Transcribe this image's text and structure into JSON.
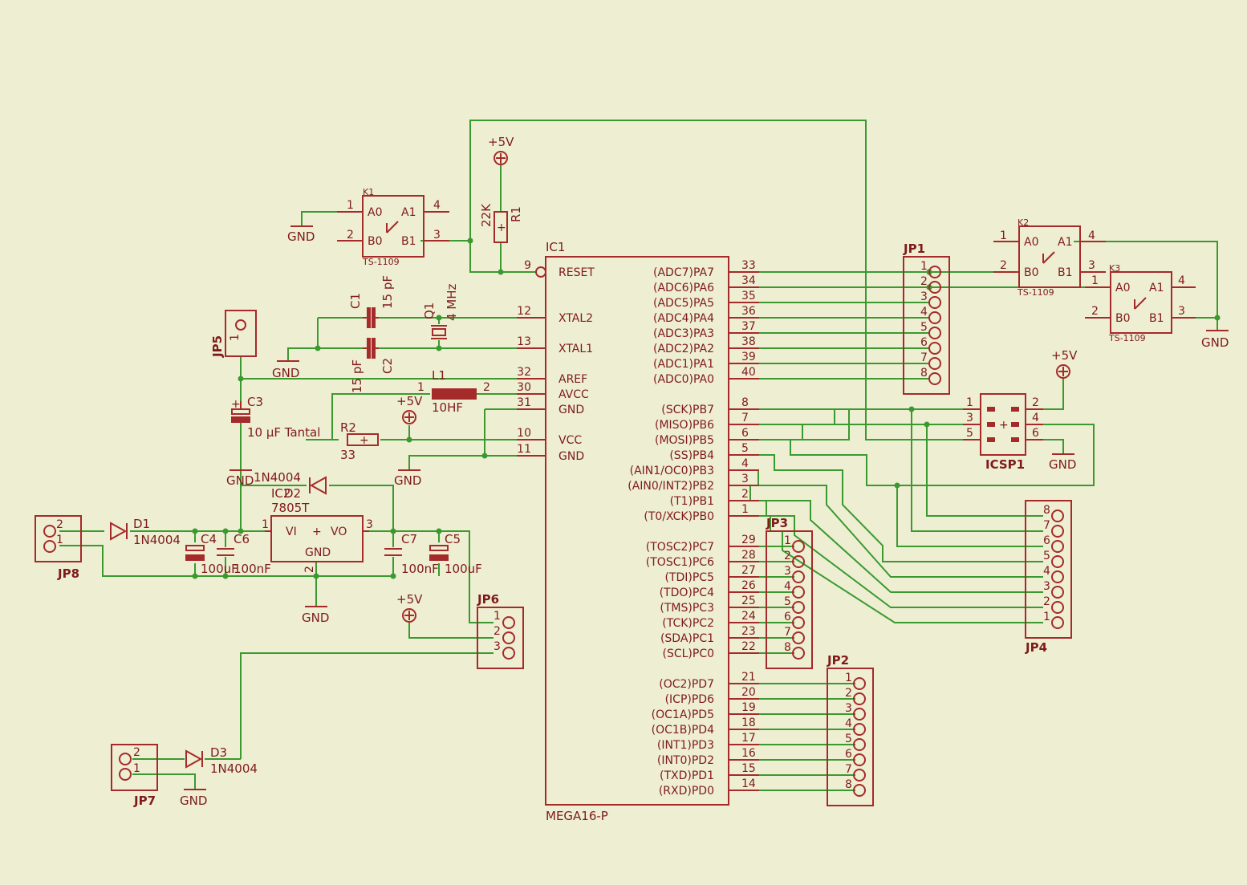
{
  "colors": {
    "background": "#EEEED2",
    "symbol": "#A52A2A",
    "wire": "#3A9A30",
    "text": "#7E1B1B"
  },
  "ic1": {
    "name": "IC1",
    "value": "MEGA16-P",
    "left_pins": [
      {
        "num": "9",
        "label": "RESET"
      },
      {
        "num": "12",
        "label": "XTAL2"
      },
      {
        "num": "13",
        "label": "XTAL1"
      },
      {
        "num": "32",
        "label": "AREF"
      },
      {
        "num": "30",
        "label": "AVCC"
      },
      {
        "num": "31",
        "label": "GND"
      },
      {
        "num": "10",
        "label": "VCC"
      },
      {
        "num": "11",
        "label": "GND"
      }
    ],
    "right_pins": [
      {
        "num": "33",
        "label": "(ADC7)PA7"
      },
      {
        "num": "34",
        "label": "(ADC6)PA6"
      },
      {
        "num": "35",
        "label": "(ADC5)PA5"
      },
      {
        "num": "36",
        "label": "(ADC4)PA4"
      },
      {
        "num": "37",
        "label": "(ADC3)PA3"
      },
      {
        "num": "38",
        "label": "(ADC2)PA2"
      },
      {
        "num": "39",
        "label": "(ADC1)PA1"
      },
      {
        "num": "40",
        "label": "(ADC0)PA0"
      },
      {
        "num": "8",
        "label": "(SCK)PB7"
      },
      {
        "num": "7",
        "label": "(MISO)PB6"
      },
      {
        "num": "6",
        "label": "(MOSI)PB5"
      },
      {
        "num": "5",
        "label": "(SS)PB4"
      },
      {
        "num": "4",
        "label": "(AIN1/OC0)PB3"
      },
      {
        "num": "3",
        "label": "(AIN0/INT2)PB2"
      },
      {
        "num": "2",
        "label": "(T1)PB1"
      },
      {
        "num": "1",
        "label": "(T0/XCK)PB0"
      },
      {
        "num": "29",
        "label": "(TOSC2)PC7"
      },
      {
        "num": "28",
        "label": "(TOSC1)PC6"
      },
      {
        "num": "27",
        "label": "(TDI)PC5"
      },
      {
        "num": "26",
        "label": "(TDO)PC4"
      },
      {
        "num": "25",
        "label": "(TMS)PC3"
      },
      {
        "num": "24",
        "label": "(TCK)PC2"
      },
      {
        "num": "23",
        "label": "(SDA)PC1"
      },
      {
        "num": "22",
        "label": "(SCL)PC0"
      },
      {
        "num": "21",
        "label": "(OC2)PD7"
      },
      {
        "num": "20",
        "label": "(ICP)PD6"
      },
      {
        "num": "19",
        "label": "(OC1A)PD5"
      },
      {
        "num": "18",
        "label": "(OC1B)PD4"
      },
      {
        "num": "17",
        "label": "(INT1)PD3"
      },
      {
        "num": "16",
        "label": "(INT0)PD2"
      },
      {
        "num": "15",
        "label": "(TXD)PD1"
      },
      {
        "num": "14",
        "label": "(RXD)PD0"
      }
    ]
  },
  "headers": {
    "jp1": {
      "name": "JP1",
      "pins": [
        "1",
        "2",
        "3",
        "4",
        "5",
        "6",
        "7",
        "8"
      ]
    },
    "jp2": {
      "name": "JP2",
      "pins": [
        "1",
        "2",
        "3",
        "4",
        "5",
        "6",
        "7",
        "8"
      ]
    },
    "jp3": {
      "name": "JP3",
      "pins": [
        "1",
        "2",
        "3",
        "4",
        "5",
        "6",
        "7",
        "8"
      ]
    },
    "jp4": {
      "name": "JP4",
      "pins": [
        "8",
        "7",
        "6",
        "5",
        "4",
        "3",
        "2",
        "1"
      ]
    },
    "jp5": {
      "name": "JP5",
      "pin": "1"
    },
    "jp6": {
      "name": "JP6",
      "pins": [
        "1",
        "2",
        "3"
      ]
    },
    "jp7": {
      "name": "JP7",
      "pins": [
        "2",
        "1"
      ]
    },
    "jp8": {
      "name": "JP8",
      "pins": [
        "2",
        "1"
      ]
    }
  },
  "switches": {
    "k1": {
      "name": "K1",
      "value": "TS-1109",
      "a0": "A0",
      "a1": "A1",
      "b0": "B0",
      "b1": "B1",
      "p1": "1",
      "p2": "2",
      "p3": "3",
      "p4": "4"
    },
    "k2": {
      "name": "K2",
      "value": "TS-1109",
      "a0": "A0",
      "a1": "A1",
      "b0": "B0",
      "b1": "B1",
      "p1": "1",
      "p2": "2",
      "p3": "3",
      "p4": "4"
    },
    "k3": {
      "name": "K3",
      "value": "TS-1109",
      "a0": "A0",
      "a1": "A1",
      "b0": "B0",
      "b1": "B1",
      "p1": "1",
      "p2": "2",
      "p3": "3",
      "p4": "4"
    }
  },
  "icsp": {
    "name": "ICSP1",
    "pins": [
      "1",
      "2",
      "3",
      "4",
      "5",
      "6"
    ]
  },
  "components": {
    "r1": {
      "name": "R1",
      "value": "22K"
    },
    "r2": {
      "name": "R2",
      "value": "33"
    },
    "c1": {
      "name": "C1",
      "value": "15 pF"
    },
    "c2": {
      "name": "C2",
      "value": "15 pF"
    },
    "c3": {
      "name": "C3",
      "value": "10 µF Tantal"
    },
    "c4": {
      "name": "C4",
      "value": "100uF"
    },
    "c5": {
      "name": "C5",
      "value": "100uF"
    },
    "c6": {
      "name": "C6",
      "value": "100nF"
    },
    "c7": {
      "name": "C7",
      "value": "100nF"
    },
    "q1": {
      "name": "Q1",
      "value": "4 MHz"
    },
    "l1": {
      "name": "L1",
      "value": "10HF",
      "p1": "1",
      "p2": "2"
    },
    "d1": {
      "name": "D1",
      "value": "1N4004"
    },
    "d2": {
      "name": "D2",
      "value": "1N4004"
    },
    "d3": {
      "name": "D3",
      "value": "1N4004"
    },
    "ic2": {
      "name": "IC2",
      "value": "7805T",
      "vi": "VI",
      "vo": "VO",
      "gnd": "GND",
      "p1": "1",
      "p2": "2",
      "p3": "3",
      "plus": "+"
    }
  },
  "power": {
    "vcc": "+5V",
    "gnd": "GND"
  }
}
